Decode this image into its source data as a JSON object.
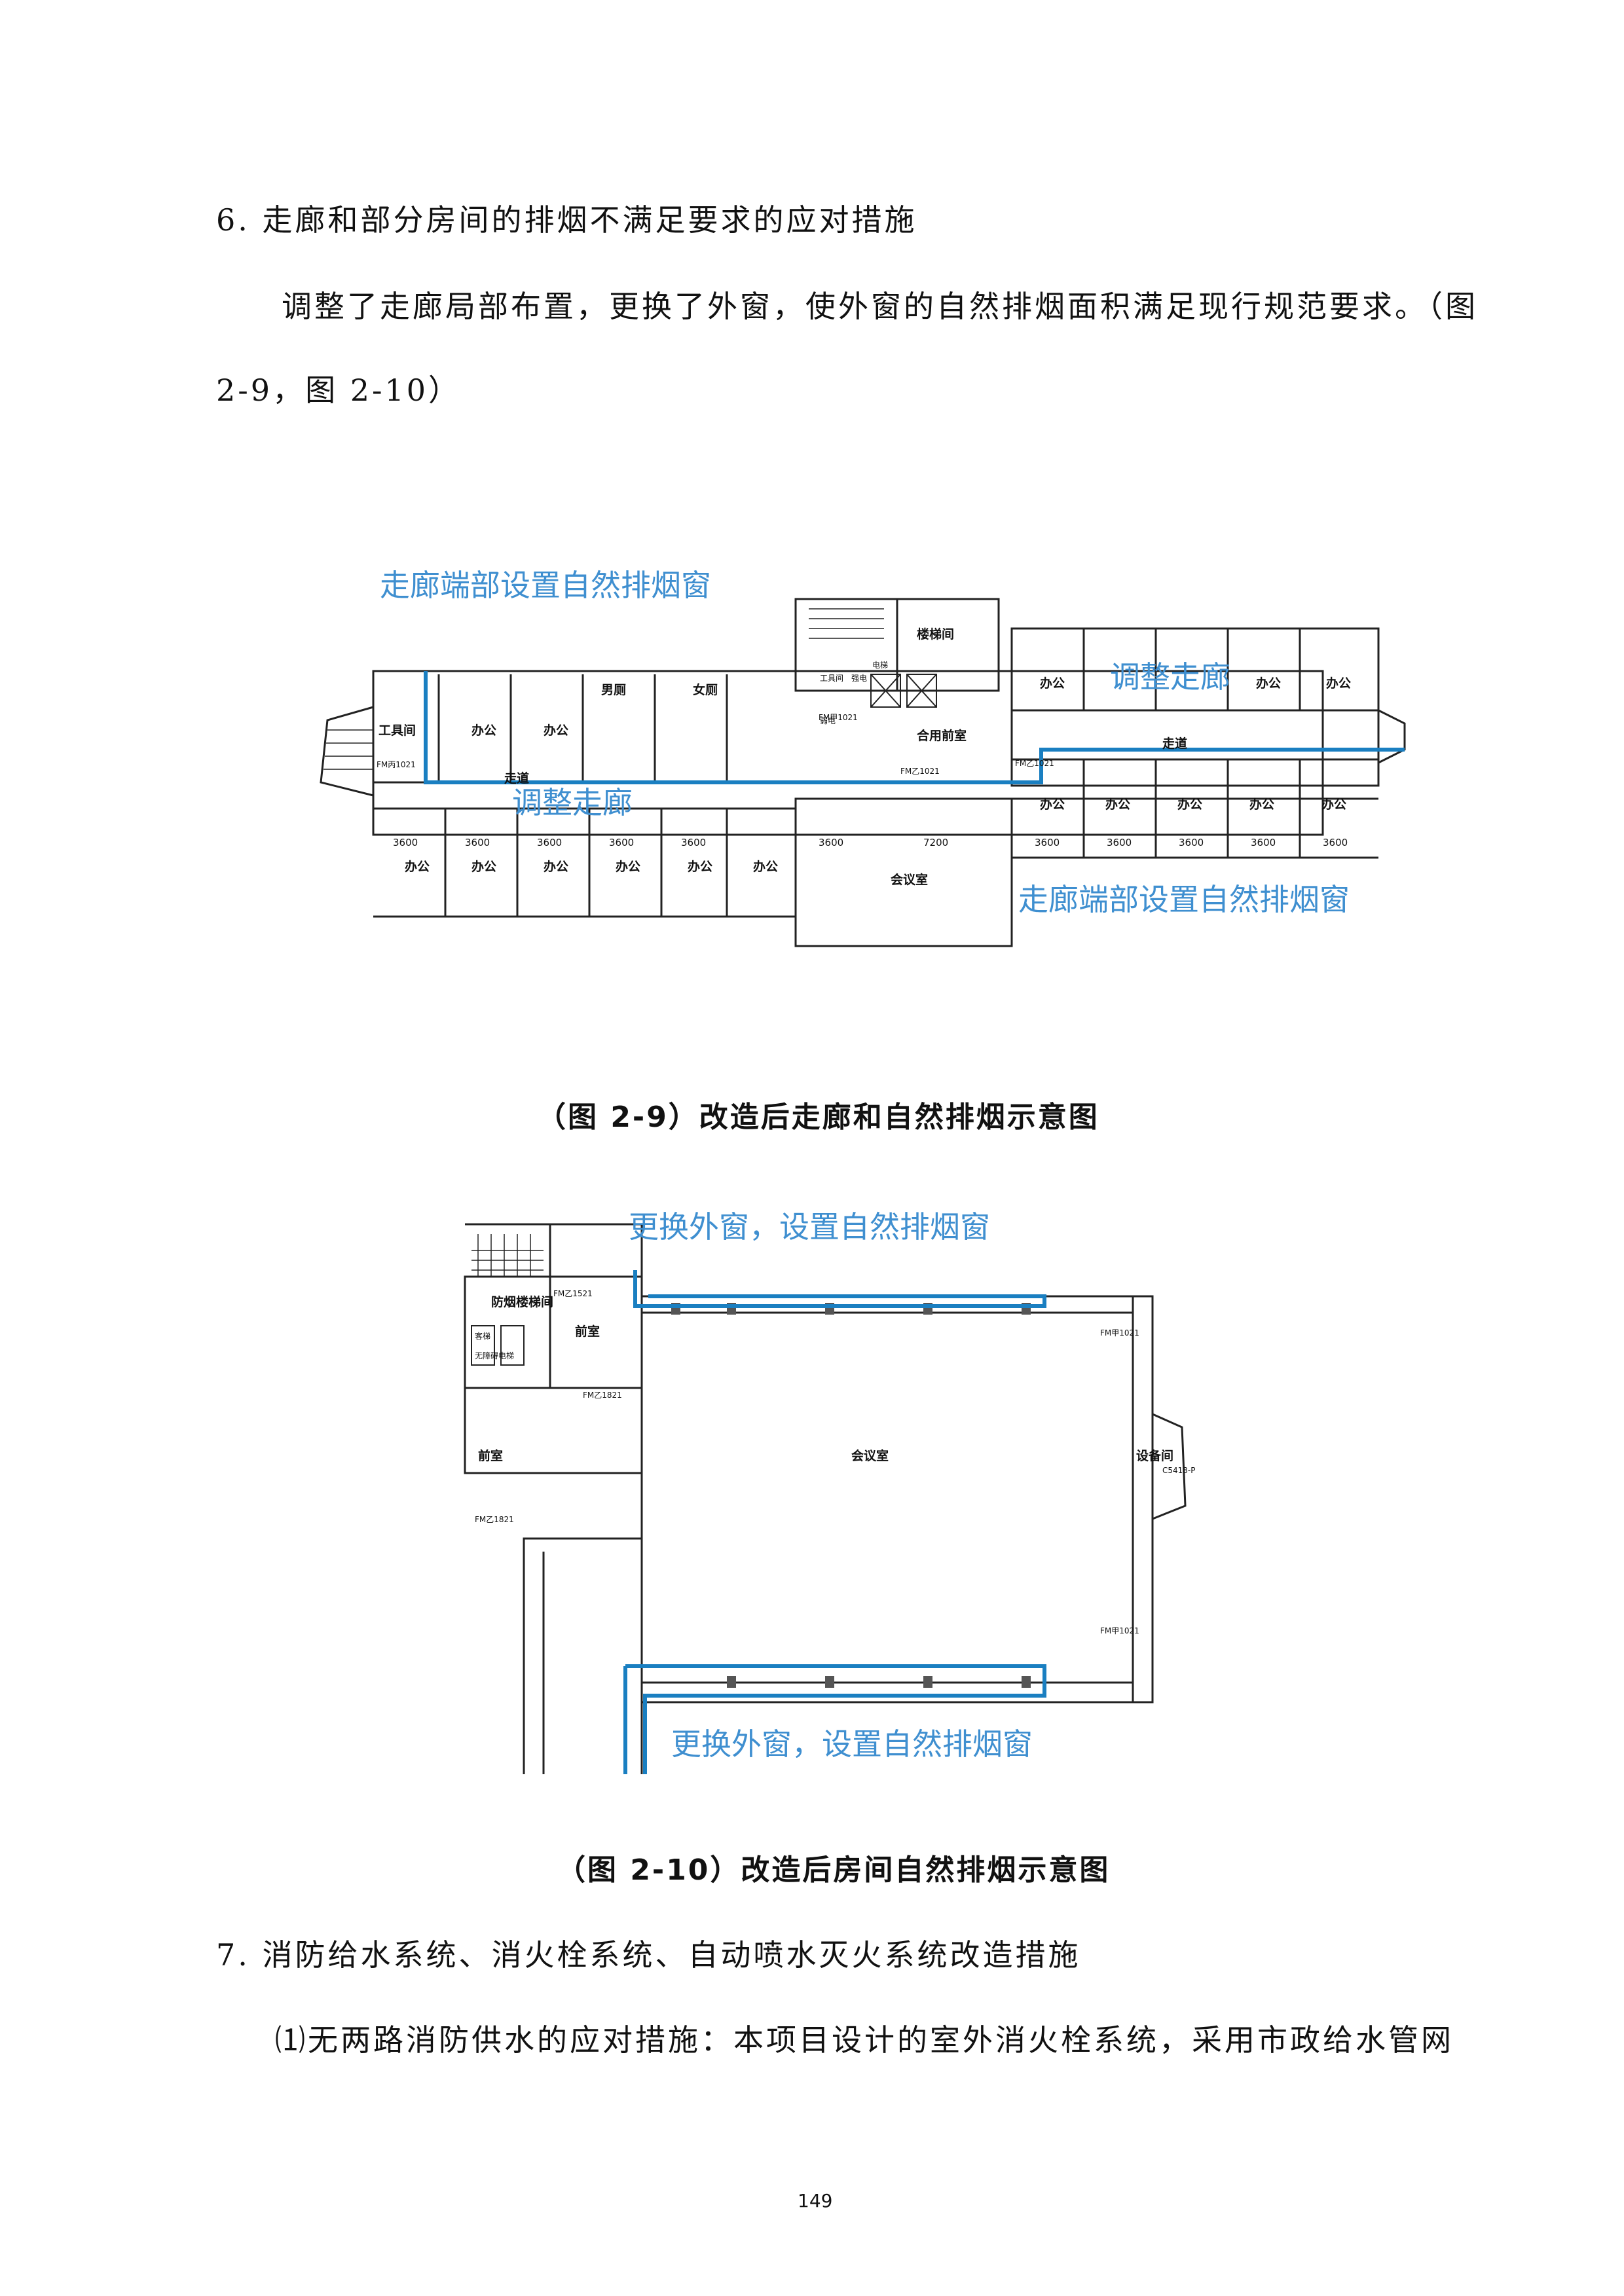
{
  "sections": {
    "s6_heading": "6. 走廊和部分房间的排烟不满足要求的应对措施",
    "s6_para_line1": "调整了走廊局部布置，更换了外窗，使外窗的自然排烟面积满足现行规范要求。（图",
    "s6_para_line2": "2-9，图 2-10）",
    "s7_heading": "7. 消防给水系统、消火栓系统、自动喷水灭火系统改造措施",
    "s7_para_line1": "⑴无两路消防供水的应对措施：本项目设计的室外消火栓系统，采用市政给水管网"
  },
  "figure1": {
    "caption": "（图 2-9）改造后走廊和自然排烟示意图",
    "labels": {
      "top_left_annot": "走廊端部设置自然排烟窗",
      "bottom_right_annot": "走廊端部设置自然排烟窗",
      "adjust_corridor_left": "调整走廊",
      "adjust_corridor_right": "调整走廊"
    },
    "rooms": {
      "office": "办公",
      "tool_room": "工具间",
      "mens_toilet": "男厕",
      "womens_toilet": "女厕",
      "stairwell": "楼梯间",
      "shared_lobby": "合用前室",
      "meeting_room": "会议室",
      "corridor": "走道",
      "tool_small": "工具间",
      "weak_elec": "弱电",
      "strong_elec": "强电",
      "elevator": "电梯"
    },
    "door_codes": {
      "fm1": "FM乙1021",
      "fm2": "FM甲1021",
      "fm3": "FM乙1021",
      "fm4": "FM丙1021"
    },
    "dimensions": {
      "d3600": "3600",
      "d7200": "7200"
    },
    "colors": {
      "highlight": "#1a7fc1",
      "annotation": "#3f8fd0"
    }
  },
  "figure2": {
    "caption": "（图 2-10）改造后房间自然排烟示意图",
    "labels": {
      "top_annot": "更换外窗，设置自然排烟窗",
      "bottom_annot": "更换外窗，设置自然排烟窗"
    },
    "rooms": {
      "smoke_stair": "防烟楼梯间",
      "anteroom_top": "前室",
      "anteroom_left": "前室",
      "meeting_room": "会议室",
      "equipment_room": "设备间",
      "elevator_a": "客梯",
      "elevator_b": "无障碍电梯"
    },
    "door_codes": {
      "fmj1": "FM乙1521",
      "fmj2": "FM乙1821",
      "fmj3": "FM乙1821",
      "fmw1": "FM甲1021",
      "fmw2": "FM甲1021",
      "window": "C5418-P"
    }
  },
  "page_number": "149"
}
